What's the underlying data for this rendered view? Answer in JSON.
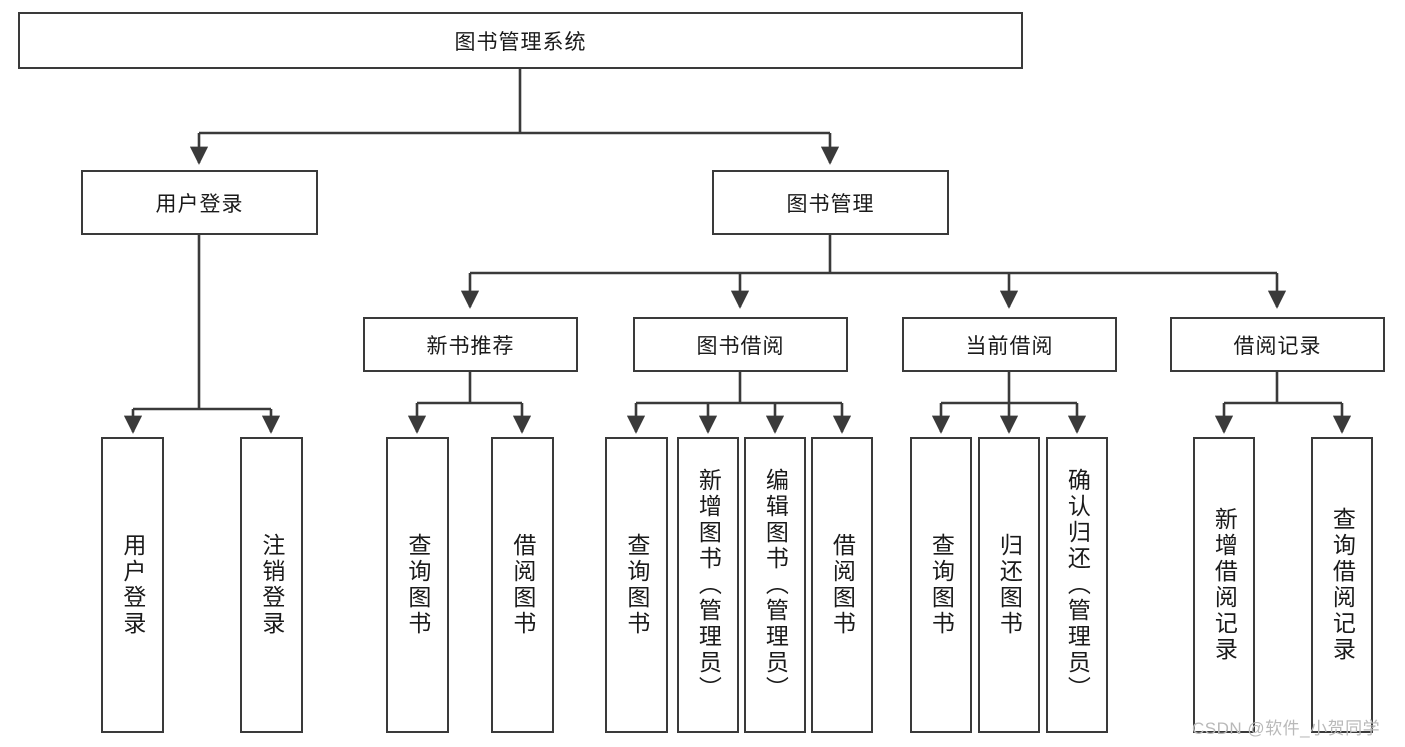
{
  "diagram": {
    "type": "tree",
    "title": "图书管理系统",
    "root": {
      "label": "图书管理系统"
    },
    "level2": [
      {
        "id": "user-login",
        "label": "用户登录"
      },
      {
        "id": "book-management",
        "label": "图书管理"
      }
    ],
    "level3": [
      {
        "id": "new-book-recommend",
        "label": "新书推荐",
        "parent": "book-management"
      },
      {
        "id": "book-borrow",
        "label": "图书借阅",
        "parent": "book-management"
      },
      {
        "id": "current-borrow",
        "label": "当前借阅",
        "parent": "book-management"
      },
      {
        "id": "borrow-record",
        "label": "借阅记录",
        "parent": "book-management"
      }
    ],
    "leaves": [
      {
        "id": "leaf-user-login",
        "label": "用户登录",
        "parent": "user-login"
      },
      {
        "id": "leaf-logout-login",
        "label": "注销登录",
        "parent": "user-login"
      },
      {
        "id": "leaf-query-book-1",
        "label": "查询图书",
        "parent": "new-book-recommend"
      },
      {
        "id": "leaf-borrow-book-1",
        "label": "借阅图书",
        "parent": "new-book-recommend"
      },
      {
        "id": "leaf-query-book-2",
        "label": "查询图书",
        "parent": "book-borrow"
      },
      {
        "id": "leaf-add-book",
        "label": "新增图书（管理员）",
        "parent": "book-borrow"
      },
      {
        "id": "leaf-edit-book",
        "label": "编辑图书（管理员）",
        "parent": "book-borrow"
      },
      {
        "id": "leaf-borrow-book-2",
        "label": "借阅图书",
        "parent": "book-borrow"
      },
      {
        "id": "leaf-query-book-3",
        "label": "查询图书",
        "parent": "current-borrow"
      },
      {
        "id": "leaf-return-book",
        "label": "归还图书",
        "parent": "current-borrow"
      },
      {
        "id": "leaf-confirm-return",
        "label": "确认归还（管理员）",
        "parent": "current-borrow"
      },
      {
        "id": "leaf-add-record",
        "label": "新增借阅记录",
        "parent": "borrow-record"
      },
      {
        "id": "leaf-query-record",
        "label": "查询借阅记录",
        "parent": "borrow-record"
      }
    ],
    "colors": {
      "stroke": "#3a3a3a",
      "fill": "#ffffff",
      "text": "#1a1a1a",
      "watermark": "#b9b9b9"
    }
  },
  "watermark": {
    "text": "CSDN @软件_小贺同学"
  }
}
